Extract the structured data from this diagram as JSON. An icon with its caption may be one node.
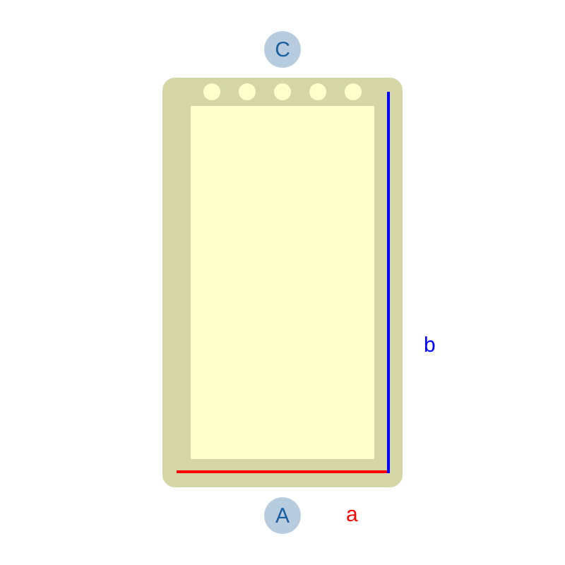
{
  "diagram": {
    "nodes": [
      {
        "text": [
          "C"
        ]
      },
      {
        "text": [
          "A"
        ]
      }
    ],
    "labels": [
      "b",
      "a"
    ]
  }
}
